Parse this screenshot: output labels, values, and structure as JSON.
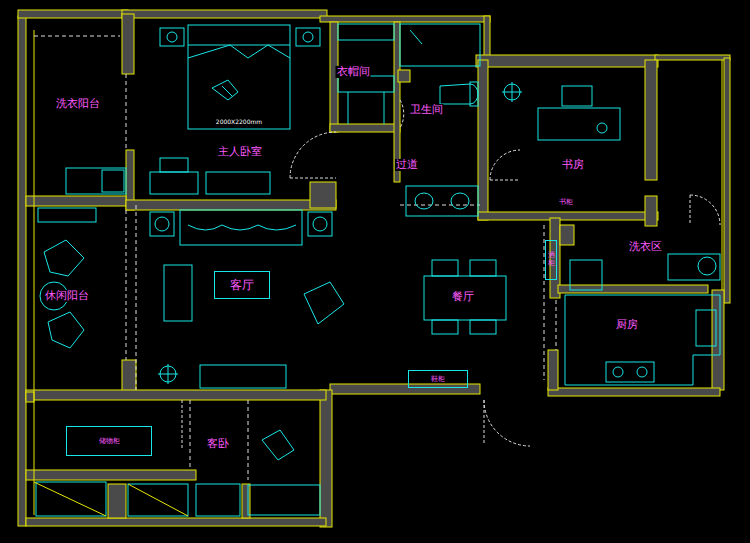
{
  "diagram": {
    "nodes": [
      {
        "text": [
          "2000X2200mm"
        ]
      },
      {
        "text": [
          "客厅"
        ]
      },
      {
        "text": [
          "书柜"
        ]
      },
      {
        "text": [
          "酒柜"
        ]
      },
      {
        "text": [
          "鞋柜"
        ]
      },
      {
        "text": [
          "储物柜"
        ]
      }
    ],
    "labels": [
      "洗衣阳台",
      "主人卧室",
      "衣帽间",
      "卫生间",
      "过道",
      "书房",
      "休闲阳台",
      "餐厅",
      "洗衣区",
      "厨房",
      "客卧"
    ]
  }
}
